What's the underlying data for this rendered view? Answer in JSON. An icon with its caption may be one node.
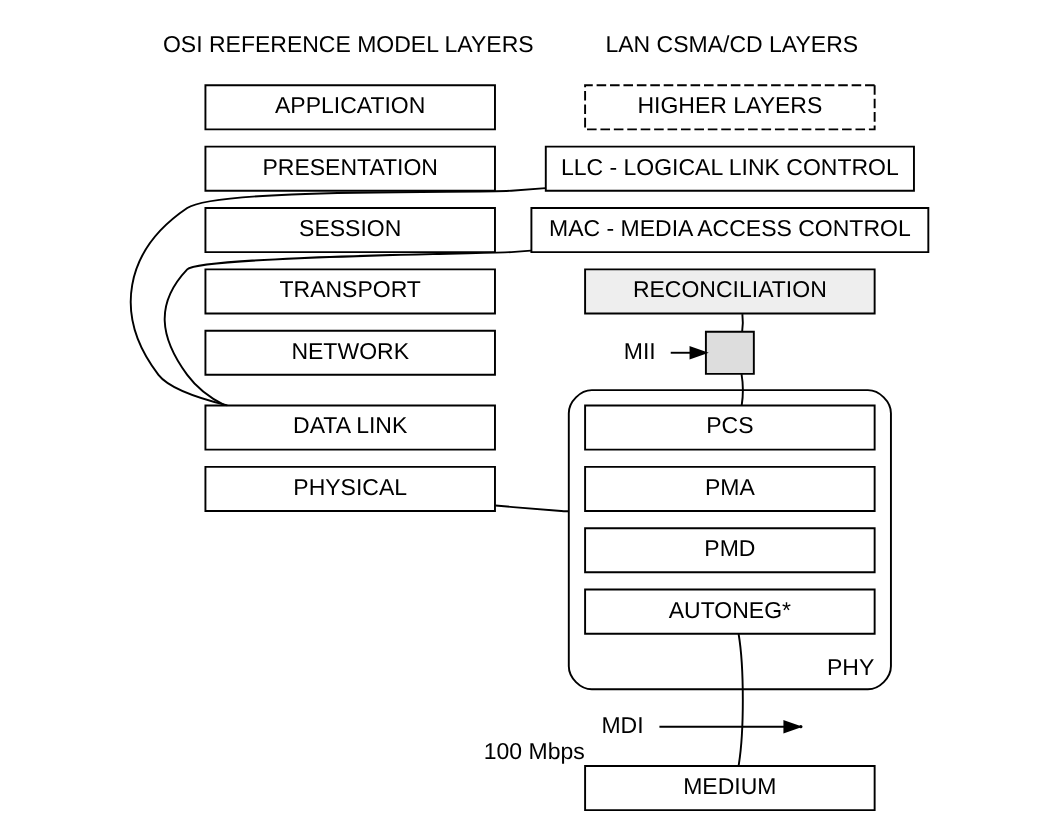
{
  "diagram": {
    "nodes": [
      {
        "text": [
          "APPLICATION"
        ]
      },
      {
        "text": [
          "PRESENTATION"
        ]
      },
      {
        "text": [
          "SESSION"
        ]
      },
      {
        "text": [
          "TRANSPORT"
        ]
      },
      {
        "text": [
          "NETWORK"
        ]
      },
      {
        "text": [
          "DATA LINK"
        ]
      },
      {
        "text": [
          "PHYSICAL"
        ]
      },
      {
        "text": [
          "HIGHER LAYERS"
        ]
      },
      {
        "text": [
          "LLC - LOGICAL LINK CONTROL"
        ]
      },
      {
        "text": [
          "MAC - MEDIA ACCESS CONTROL"
        ]
      },
      {
        "text": [
          "RECONCILIATION"
        ]
      },
      {
        "text": [],
        "shape": "box"
      },
      {
        "text": [
          "MII"
        ]
      },
      {
        "text": [
          "PHY"
        ]
      },
      {
        "text": [
          "PCS"
        ],
        "in": 13
      },
      {
        "text": [
          "PMA"
        ],
        "in": 13
      },
      {
        "text": [
          "PMD"
        ],
        "in": 13
      },
      {
        "text": [
          "AUTONEG*"
        ],
        "in": 13
      },
      {
        "text": [
          "MDI"
        ]
      },
      {
        "text": [
          "MEDIUM"
        ],
        "beside": [
          "100 Mbps"
        ]
      }
    ],
    "edges": [
      {
        "from": 5,
        "to": 8,
        "arrow": "none"
      },
      {
        "from": 5,
        "to": 9,
        "arrow": "none"
      },
      {
        "from": 6,
        "to": 13,
        "arrow": "none"
      },
      {
        "from": 10,
        "to": 11,
        "arrow": "none"
      },
      {
        "from": 11,
        "to": 14,
        "arrow": "none"
      },
      {
        "from": 12,
        "to": 11,
        "arrow": "to"
      },
      {
        "from": 17,
        "to": 19,
        "arrow": "none"
      },
      {
        "from": 18,
        "to": null,
        "arrow": "to"
      }
    ],
    "labels": [
      "OSI REFERENCE MODEL LAYERS",
      "LAN CSMA/CD LAYERS"
    ]
  }
}
